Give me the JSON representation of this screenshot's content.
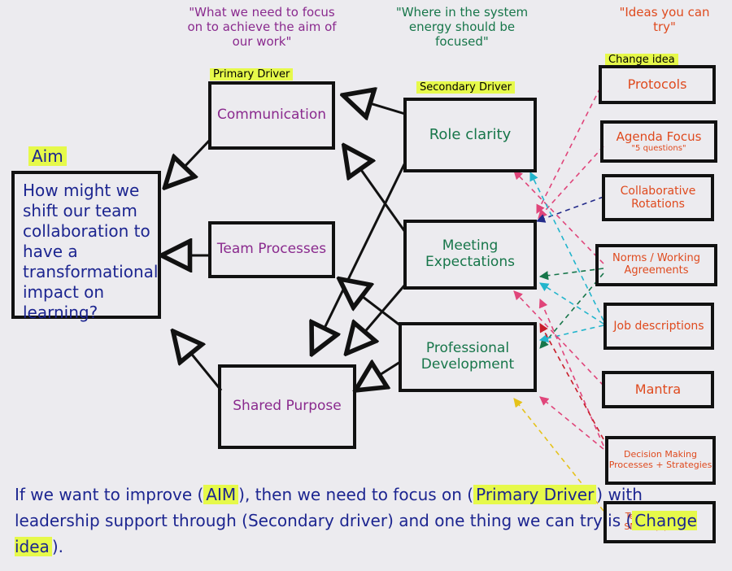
{
  "headers": {
    "aim": "Aim",
    "primary": "Primary Driver",
    "secondary": "Secondary Driver",
    "change": "Change idea"
  },
  "quotes": {
    "primary": "\"What we need to focus on to achieve the aim of our work\"",
    "secondary": "\"Where in the system energy should be focused\"",
    "change": "\"Ideas you can try\""
  },
  "aim": "How might we shift our team collaboration to have a transformational impact on learning?",
  "primary_drivers": [
    "Communication",
    "Team Processes",
    "Shared Purpose"
  ],
  "secondary_drivers": [
    "Role clarity",
    "Meeting Expectations",
    "Professional Development"
  ],
  "change_ideas": [
    {
      "label": "Protocols",
      "note": ""
    },
    {
      "label": "Agenda Focus",
      "note": "\"5 questions\""
    },
    {
      "label": "Collaborative Rotations",
      "note": ""
    },
    {
      "label": "Norms / Working Agreements",
      "note": ""
    },
    {
      "label": "Job descriptions",
      "note": ""
    },
    {
      "label": "Mantra",
      "note": ""
    },
    {
      "label": "Decision Making Processes + Strategies",
      "note": ""
    },
    {
      "label": "Team purpose / SMART(E) Goals",
      "note": ""
    }
  ],
  "statement": {
    "p1": "If we want to improve (",
    "aim": "AIM",
    "p2": "), then we need to focus on (",
    "primary": "Primary Driver",
    "p3": ") with leadership support through (",
    "secondary": "Secondary driver",
    "p4": ") and one thing we can try is (",
    "change": "Change idea",
    "p5": ")."
  },
  "colors": {
    "ink": "#111111",
    "highlight": "#e6f94a",
    "primary_text": "#8a2a8e",
    "secondary_text": "#17764a",
    "change_text": "#df4a1e",
    "aim_text": "#1c2590",
    "dash_pink": "#e0457a",
    "dash_cyan": "#22b5cc",
    "dash_navy": "#232b8a",
    "dash_green": "#17764a",
    "dash_red": "#c81d2a",
    "dash_yellow": "#e5c21a"
  },
  "icons": [
    "arrowhead-open",
    "arrowhead-filled"
  ]
}
